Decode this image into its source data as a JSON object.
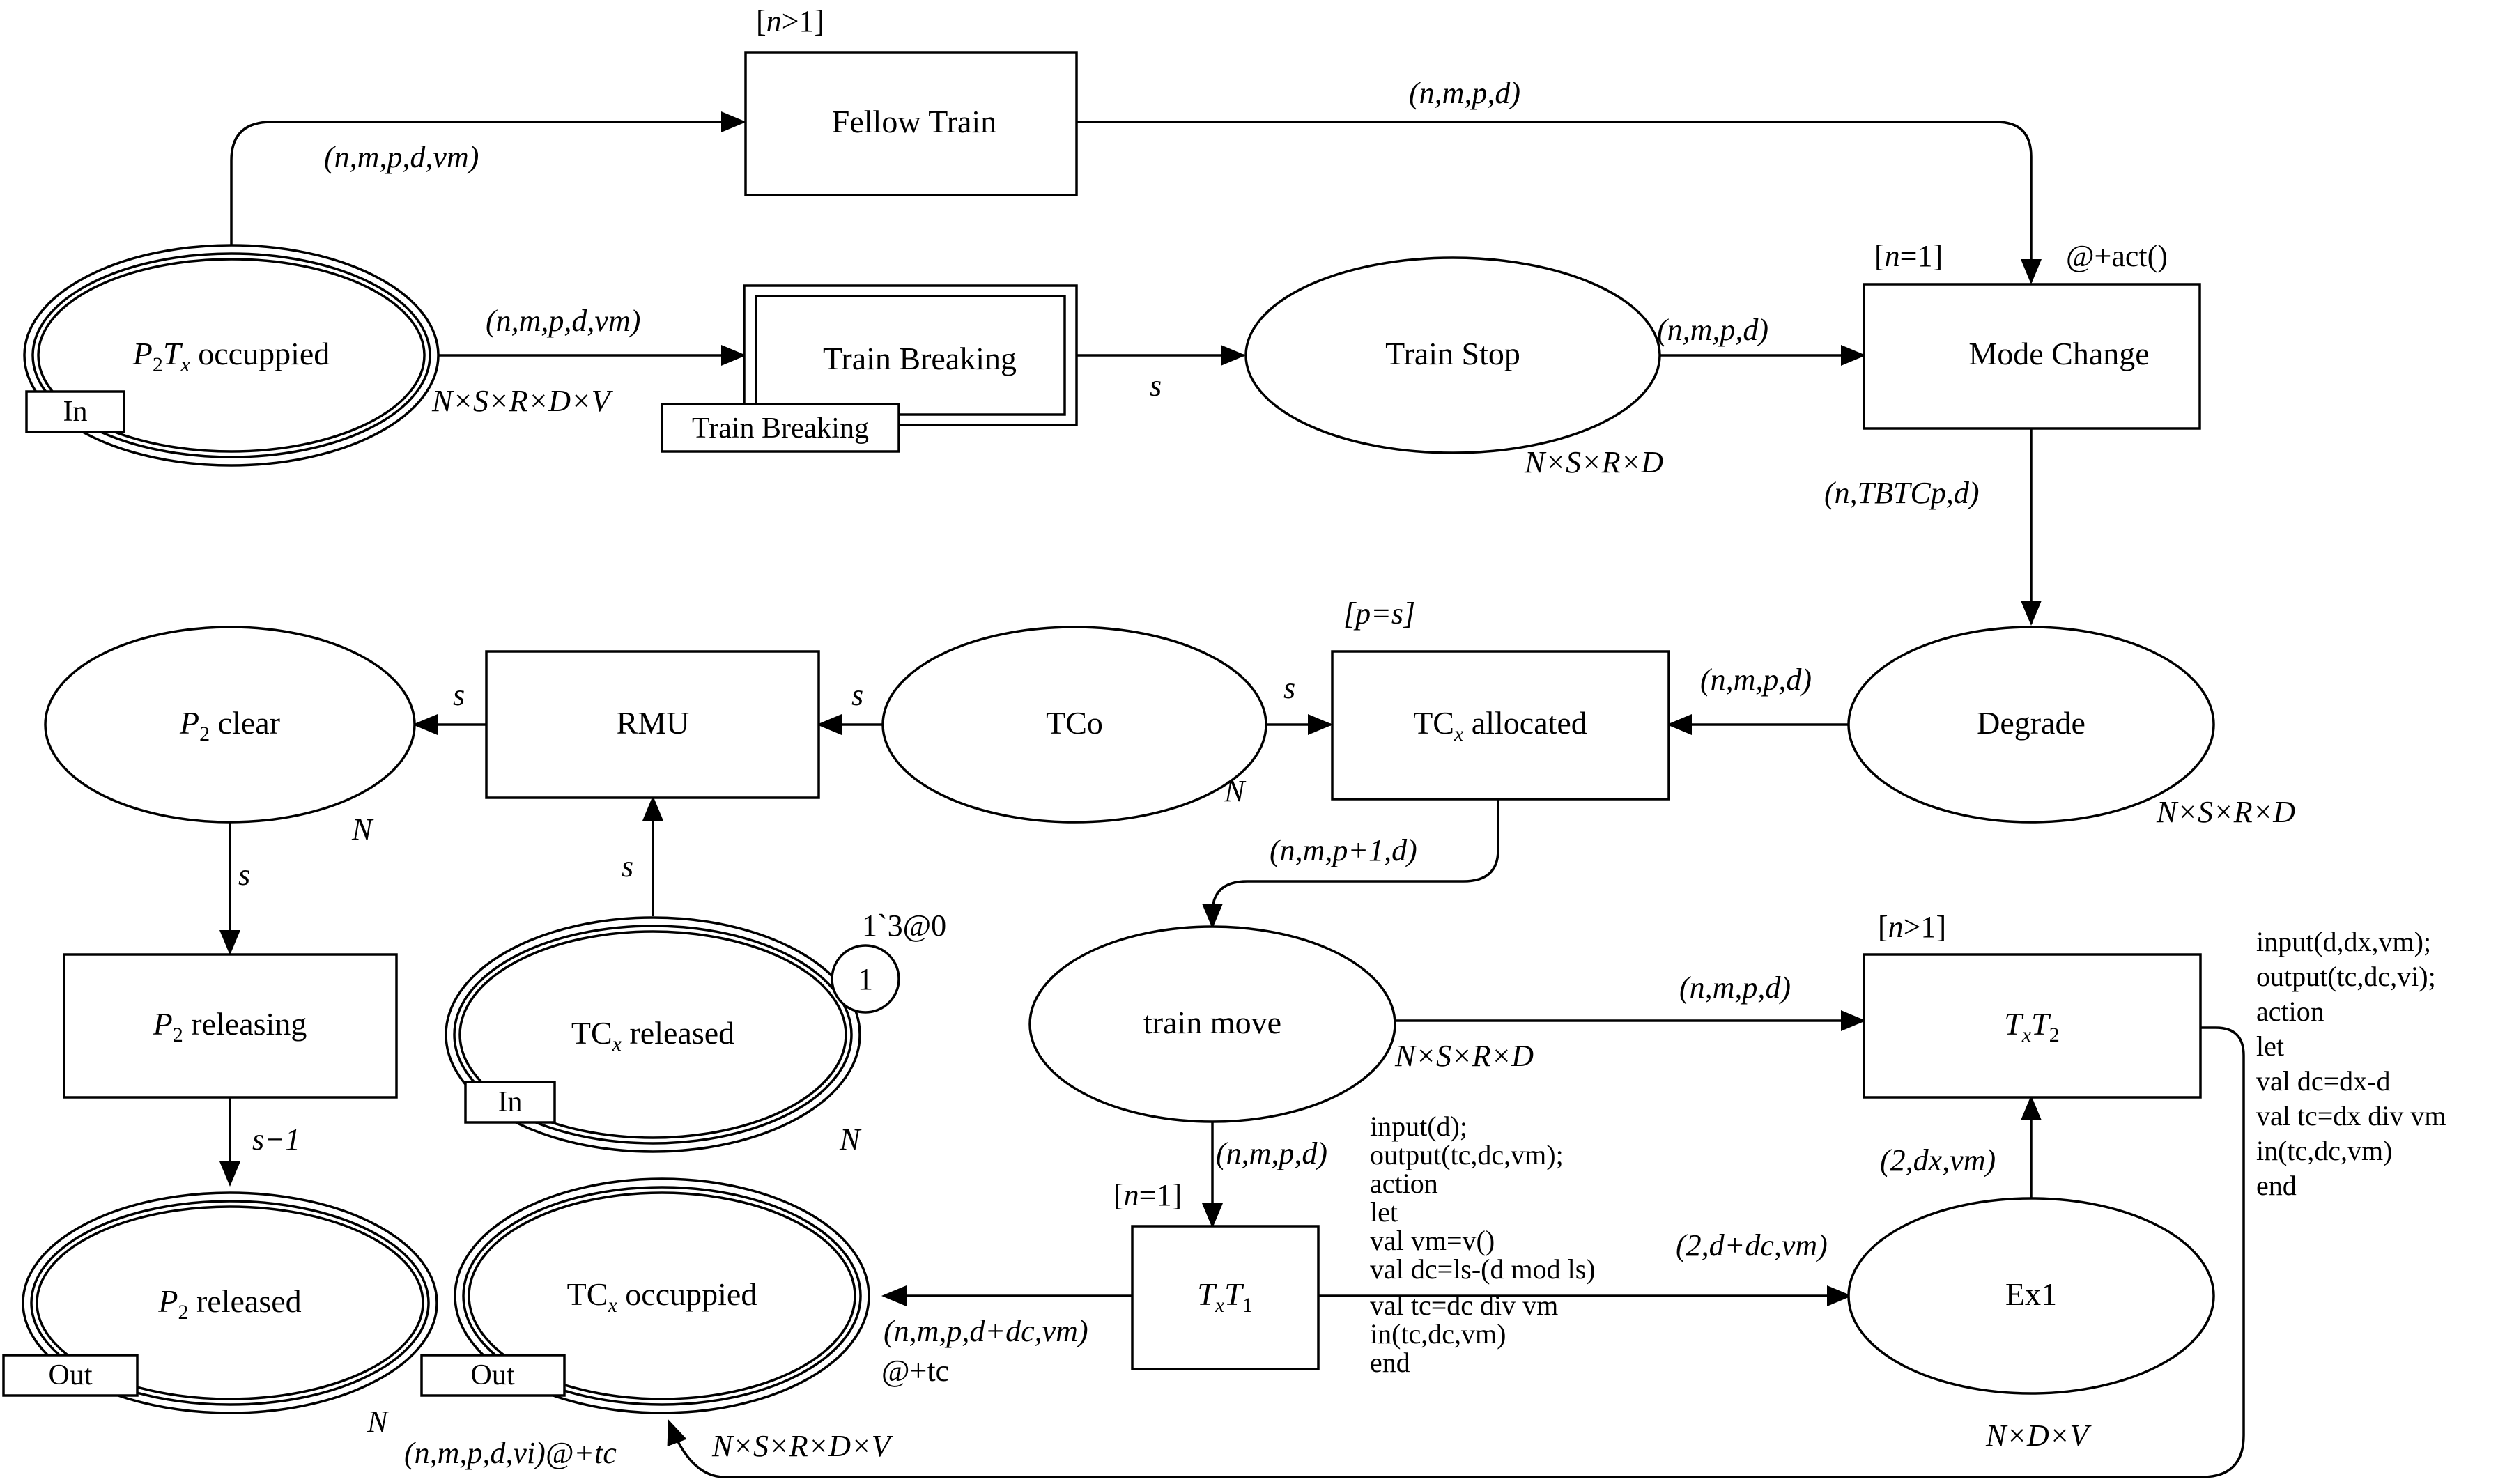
{
  "places": {
    "p2tx_occupied": {
      "name_pre": "P",
      "name_sub1": "2",
      "name_mid": "T",
      "name_sub2": "x",
      "name_post": " occuppied",
      "port": "In",
      "colset": "N×S×R×D×V"
    },
    "train_stop": {
      "name": "Train Stop",
      "colset": "N×S×R×D"
    },
    "degrade": {
      "name": "Degrade",
      "colset": "N×S×R×D"
    },
    "p2_clear": {
      "name_pre": "P",
      "name_sub": "2",
      "name_post": " clear",
      "colset": "N"
    },
    "tco": {
      "name": "TCo",
      "colset": "N"
    },
    "tcx_released": {
      "name_pre": "TC",
      "name_sub": "x",
      "name_post": " released",
      "port": "In",
      "colset": "N",
      "token_count": "1",
      "initial_marking": "1`3@0"
    },
    "train_move": {
      "name": "train move",
      "colset": "N×S×R×D"
    },
    "p2_released": {
      "name_pre": "P",
      "name_sub": "2",
      "name_post": " released",
      "port": "Out",
      "colset": "N"
    },
    "tcx_occupied": {
      "name_pre": "TC",
      "name_sub": "x",
      "name_post": " occuppied",
      "port": "Out",
      "colset": "N×S×R×D×V"
    },
    "ex1": {
      "name": "Ex1",
      "colset": "N×D×V"
    }
  },
  "transitions": {
    "fellow_train": {
      "name": "Fellow Train",
      "guard_pre": "[",
      "guard_var": "n",
      "guard_post": ">1]"
    },
    "train_breaking": {
      "name": "Train Breaking",
      "subpage_tag": "Train Breaking"
    },
    "mode_change": {
      "name": "Mode Change",
      "guard_pre": "[",
      "guard_var": "n",
      "guard_post": "=1]",
      "time_inscription": "@+act()"
    },
    "rmu": {
      "name": "RMU"
    },
    "tcx_allocated": {
      "name_pre": "TC",
      "name_sub": "x",
      "name_post": " allocated",
      "guard": "[p=s]"
    },
    "p2_releasing": {
      "name_pre": "P",
      "name_sub": "2",
      "name_post": " releasing"
    },
    "txt2": {
      "name_pre": "T",
      "name_sub1": "x",
      "name_mid": "T",
      "name_sub2": "2",
      "guard_pre": "[",
      "guard_var": "n",
      "guard_post": ">1]",
      "code": [
        "input(d,dx,vm);",
        "output(tc,dc,vi);",
        "action",
        "let",
        "val dc=dx-d",
        "val tc=dx div vm",
        "in(tc,dc,vm)",
        "end"
      ]
    },
    "txt1": {
      "name_pre": "T",
      "name_sub1": "x",
      "name_mid": "T",
      "name_sub2": "1",
      "guard_pre": "[",
      "guard_var": "n",
      "guard_post": "=1]",
      "code": [
        "input(d);",
        "output(tc,dc,vm);",
        "action",
        "let",
        "val vm=v()",
        "val dc=ls-(d mod ls)",
        "val tc=dc div vm",
        "in(tc,dc,vm)",
        "end"
      ]
    }
  },
  "arcs": {
    "occupied_to_fellow": "(n,m,p,d,vm)",
    "fellow_to_mode": "(n,m,p,d)",
    "occupied_to_breaking": "(n,m,p,d,vm)",
    "breaking_to_stop": "s",
    "stop_to_mode": "(n,m,p,d)",
    "mode_to_degrade": "(n,TBTCp,d)",
    "degrade_to_allocated": "(n,m,p,d)",
    "tco_to_allocated": "s",
    "tco_to_rmu": "s",
    "rmu_to_clear": "s",
    "released_to_rmu": "s",
    "clear_to_releasing": "s",
    "releasing_to_released": "s−1",
    "allocated_to_move": "(n,m,p+1,d)",
    "move_to_txt2": "(n,m,p,d)",
    "move_to_txt1": "(n,m,p,d)",
    "txt1_to_ex1": "(2,d+dc,vm)",
    "ex1_to_txt2": "(2,dx,vm)",
    "txt1_to_occupied": "(n,m,p,d+dc,vm)",
    "txt1_to_occupied_time": "@+tc",
    "txt2_to_occupied": "(n,m,p,d,vi)@+tc"
  }
}
